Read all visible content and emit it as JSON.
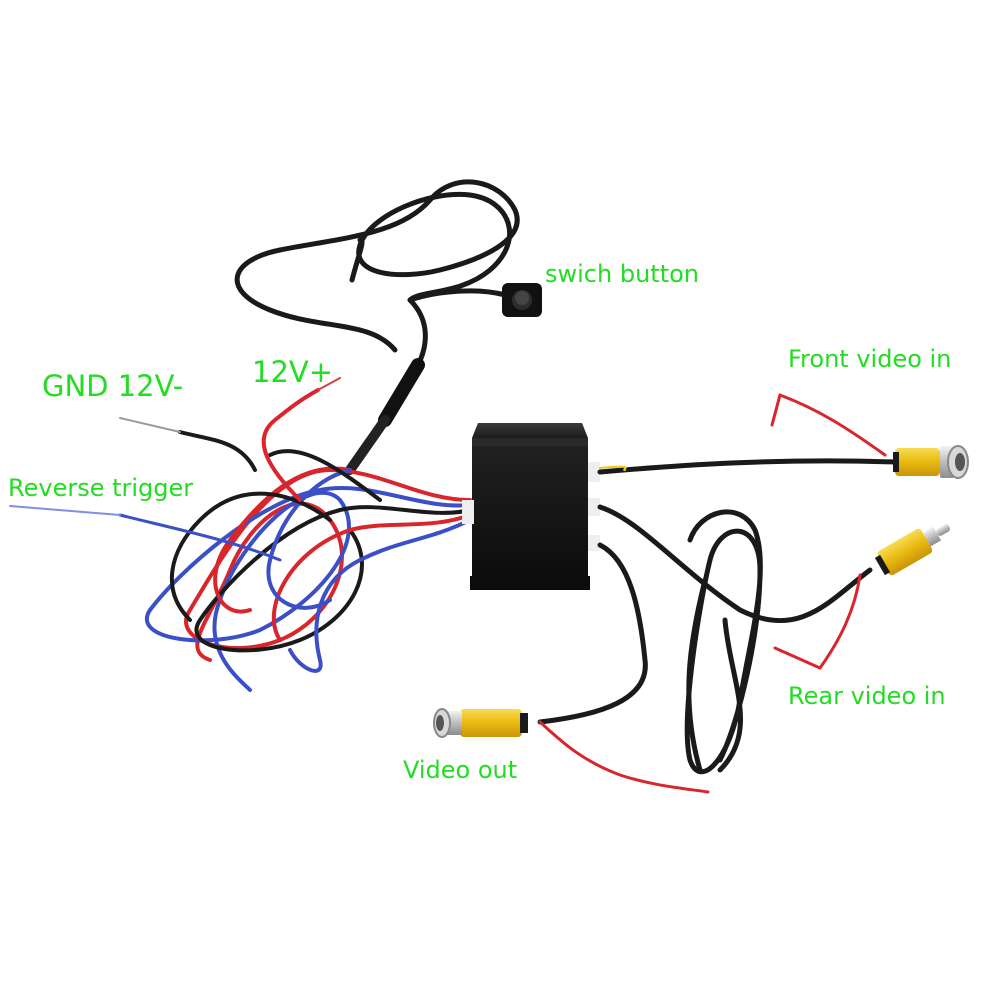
{
  "labels": {
    "switch_button": "swich button",
    "gnd": "GND 12V-",
    "power": "12V+",
    "reverse_trigger": "Reverse trigger",
    "front_video_in": "Front video in",
    "rear_video_in": "Rear video in",
    "video_out": "Video out"
  },
  "colors": {
    "label_text": "#22dd22",
    "cable_black": "#1a1a1a",
    "wire_red": "#d8262c",
    "wire_blue": "#3b4fc8",
    "rca_yellow": "#f2c81a",
    "box_body": "#151515"
  }
}
